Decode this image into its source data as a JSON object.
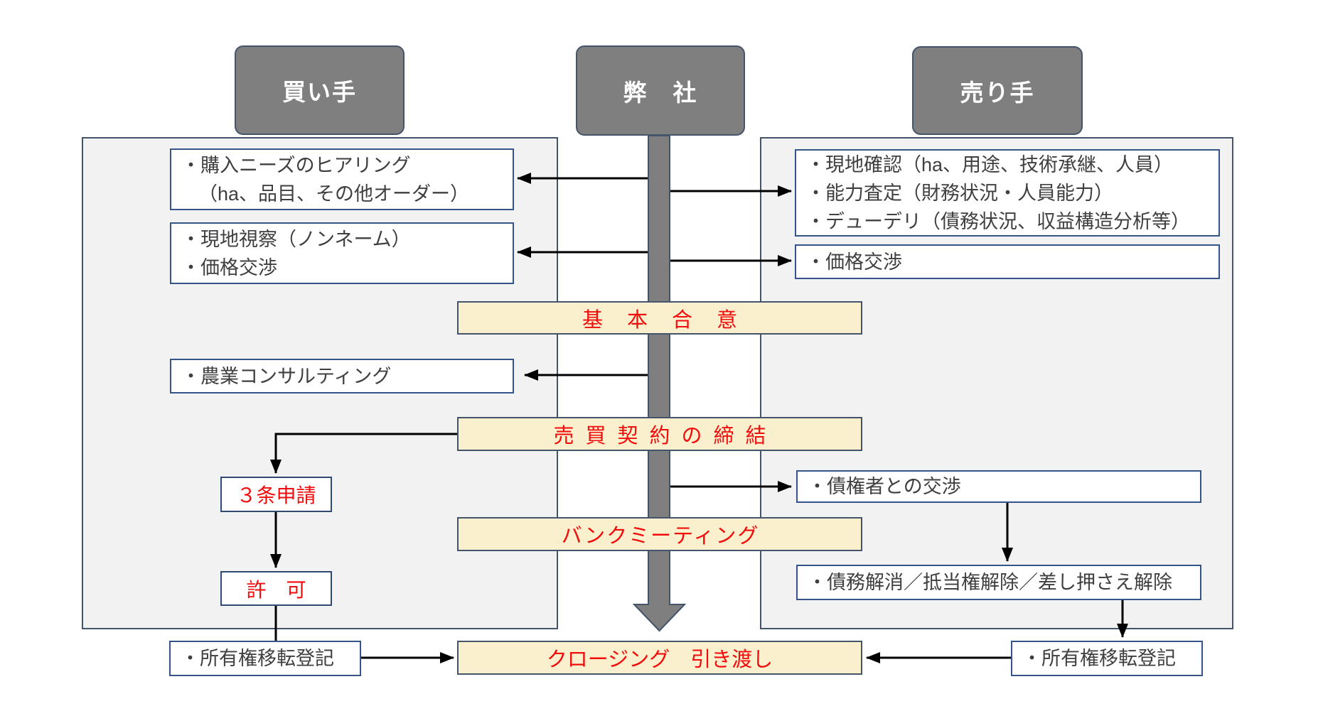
{
  "headers": {
    "buyer": "買い手",
    "company": "弊　社",
    "seller": "売り手"
  },
  "buyer_column": {
    "hearing_line1": "・購入ニーズのヒアリング",
    "hearing_line2": "（ha、品目、その他オーダー）",
    "inspection_line1": "・現地視察（ノンネーム）",
    "inspection_line2": "・価格交渉",
    "consulting": "・農業コンサルティング",
    "article3_application": "３条申請",
    "permission": "許　可",
    "ownership_registration": "・所有権移転登記"
  },
  "seller_column": {
    "check_line1": "・現地確認（ha、用途、技術承継、人員）",
    "check_line2": "・能力査定（財務状況・人員能力）",
    "check_line3": "・デューデリ（債務状況、収益構造分析等）",
    "price_negotiation": "・価格交渉",
    "creditor_negotiation": "・債権者との交渉",
    "debt_resolution": "・債務解消／抵当権解除／差し押さえ解除",
    "ownership_registration": "・所有権移転登記"
  },
  "milestones": {
    "basic_agreement": "基本合意",
    "sales_contract": "売買契約の締結",
    "bank_meeting": "バンクミーティング",
    "closing": "クロージング　引き渡し"
  },
  "colors": {
    "actor_fill": "#7f7f7f",
    "panel_fill": "#f2f2f2",
    "navy_border": "#44546A",
    "box_border": "#35558a",
    "milestone_fill": "#FBF0CE",
    "red_text": "#f20d0d",
    "body_text": "#3f3f3f",
    "arrow_black": "#000000"
  }
}
